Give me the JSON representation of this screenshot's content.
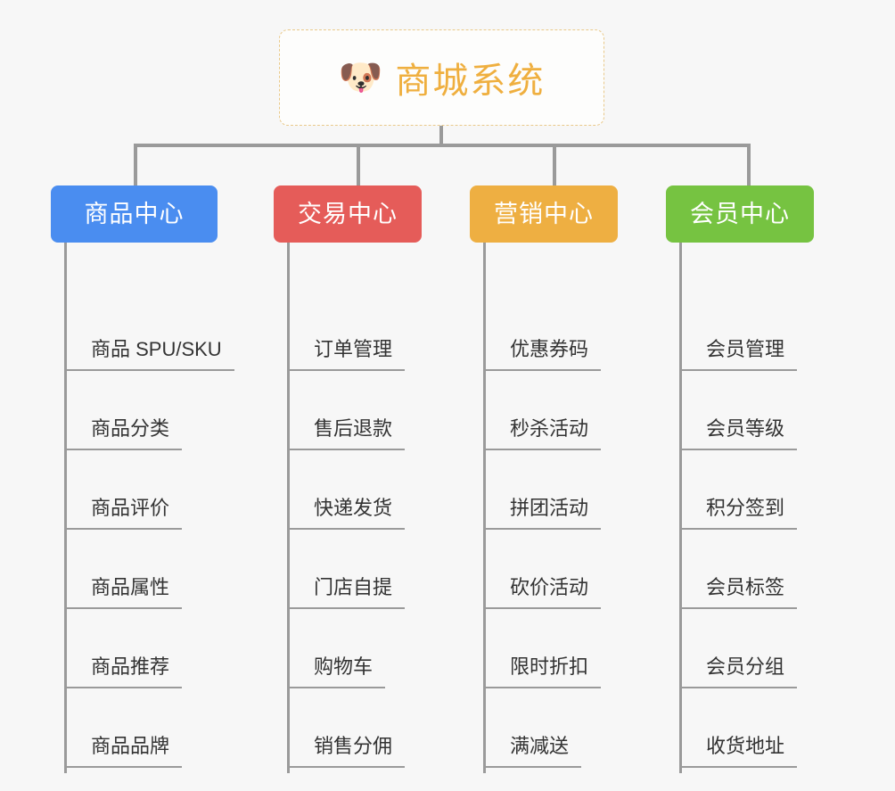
{
  "page": {
    "background": "#f7f7f7",
    "connector_color": "#9a9a9a"
  },
  "root": {
    "icon": "shiba-dog-face-icon",
    "emoji": "🐶",
    "title": "商城系统",
    "text_color": "#efaf3f",
    "border_color": "#e9c98a",
    "background": "#fdfdfc"
  },
  "columns": [
    {
      "id": "product-center",
      "label": "商品中心",
      "color": "#4a8df0",
      "items": [
        {
          "label": "商品 SPU/SKU"
        },
        {
          "label": "商品分类"
        },
        {
          "label": "商品评价"
        },
        {
          "label": "商品属性"
        },
        {
          "label": "商品推荐"
        },
        {
          "label": "商品品牌"
        }
      ]
    },
    {
      "id": "trade-center",
      "label": "交易中心",
      "color": "#e55c59",
      "items": [
        {
          "label": "订单管理"
        },
        {
          "label": "售后退款"
        },
        {
          "label": "快递发货"
        },
        {
          "label": "门店自提"
        },
        {
          "label": "购物车"
        },
        {
          "label": "销售分佣"
        }
      ]
    },
    {
      "id": "marketing-center",
      "label": "营销中心",
      "color": "#eeaf42",
      "items": [
        {
          "label": "优惠券码"
        },
        {
          "label": "秒杀活动"
        },
        {
          "label": "拼团活动"
        },
        {
          "label": "砍价活动"
        },
        {
          "label": "限时折扣"
        },
        {
          "label": "满减送"
        }
      ]
    },
    {
      "id": "member-center",
      "label": "会员中心",
      "color": "#76c341",
      "items": [
        {
          "label": "会员管理"
        },
        {
          "label": "会员等级"
        },
        {
          "label": "积分签到"
        },
        {
          "label": "会员标签"
        },
        {
          "label": "会员分组"
        },
        {
          "label": "收货地址"
        }
      ]
    }
  ]
}
